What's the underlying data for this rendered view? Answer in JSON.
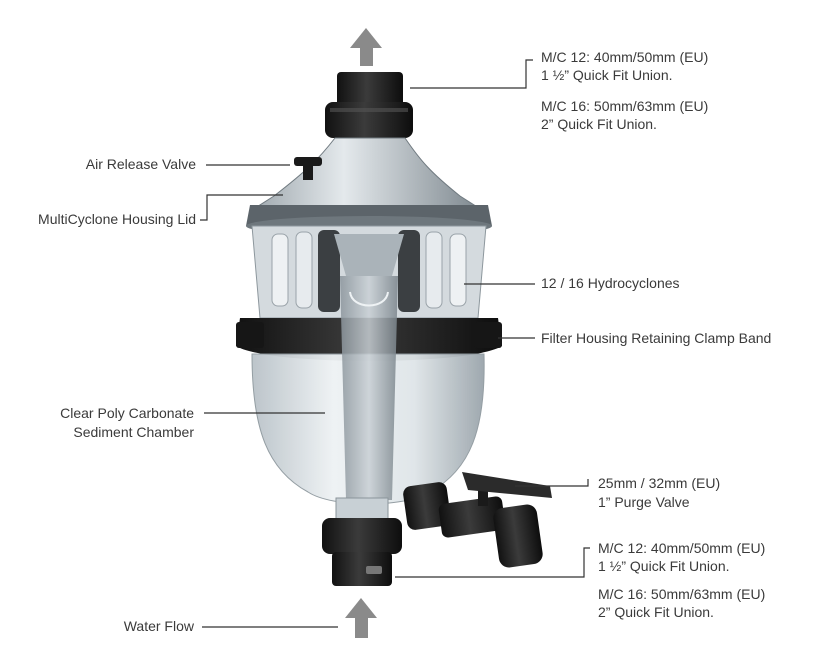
{
  "colors": {
    "text": "#3a3a3a",
    "leader": "#333333",
    "arrow": "#8a8a8a",
    "clamp": "#222222",
    "housing": "#cfd6db"
  },
  "labels": {
    "outlet_line1": "M/C 12: 40mm/50mm (EU)",
    "outlet_line2": "1 ½” Quick Fit Union.",
    "outlet_line3": "M/C 16: 50mm/63mm (EU)",
    "outlet_line4": "2” Quick Fit Union.",
    "air_release_valve": "Air Release Valve",
    "housing_lid": "MultiCyclone Housing Lid",
    "hydrocyclones": "12 / 16 Hydrocyclones",
    "clamp_band": "Filter Housing Retaining Clamp Band",
    "sediment_line1": "Clear Poly Carbonate",
    "sediment_line2": "Sediment Chamber",
    "purge_line1": "25mm / 32mm (EU)",
    "purge_line2": "1” Purge Valve",
    "inlet_line1": "M/C 12: 40mm/50mm (EU)",
    "inlet_line2": "1 ½” Quick Fit Union.",
    "inlet_line3": "M/C 16: 50mm/63mm (EU)",
    "inlet_line4": "2” Quick Fit Union.",
    "water_flow": "Water Flow"
  }
}
